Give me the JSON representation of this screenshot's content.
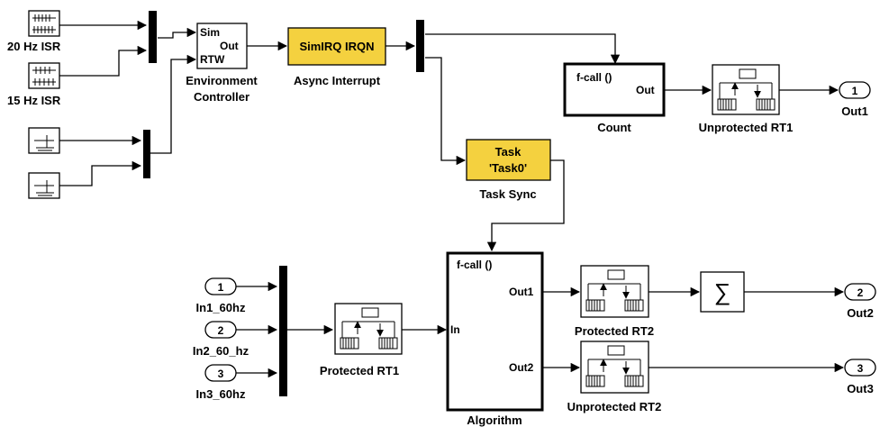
{
  "colors": {
    "interrupt_block": "#f4d13f",
    "line": "#000000",
    "background": "#ffffff"
  },
  "sources": {
    "isr20": "20 Hz ISR",
    "isr15": "15 Hz ISR"
  },
  "env_controller": {
    "label_line1": "Environment",
    "label_line2": "Controller",
    "port_sim": "Sim",
    "port_out": "Out",
    "port_rtw": "RTW"
  },
  "async_interrupt": {
    "block_text": "SimIRQ IRQN",
    "label": "Async Interrupt"
  },
  "task_sync": {
    "block_line1": "Task",
    "block_line2": "'Task0'",
    "label": "Task Sync"
  },
  "count": {
    "fcall": "f-call ()",
    "out": "Out",
    "label": "Count"
  },
  "unprotected_rt1": {
    "label": "Unprotected RT1"
  },
  "out1": {
    "number": "1",
    "label": "Out1"
  },
  "inports": [
    {
      "number": "1",
      "label": "In1_60hz"
    },
    {
      "number": "2",
      "label": "In2_60_hz"
    },
    {
      "number": "3",
      "label": "In3_60hz"
    }
  ],
  "protected_rt1": {
    "label": "Protected RT1"
  },
  "algorithm": {
    "fcall": "f-call ()",
    "in": "In",
    "out1": "Out1",
    "out2": "Out2",
    "label": "Algorithm"
  },
  "protected_rt2": {
    "label": "Protected RT2"
  },
  "unprotected_rt2": {
    "label": "Unprotected RT2"
  },
  "sum": {
    "symbol": "∑"
  },
  "out2": {
    "number": "2",
    "label": "Out2"
  },
  "out3": {
    "number": "3",
    "label": "Out3"
  }
}
